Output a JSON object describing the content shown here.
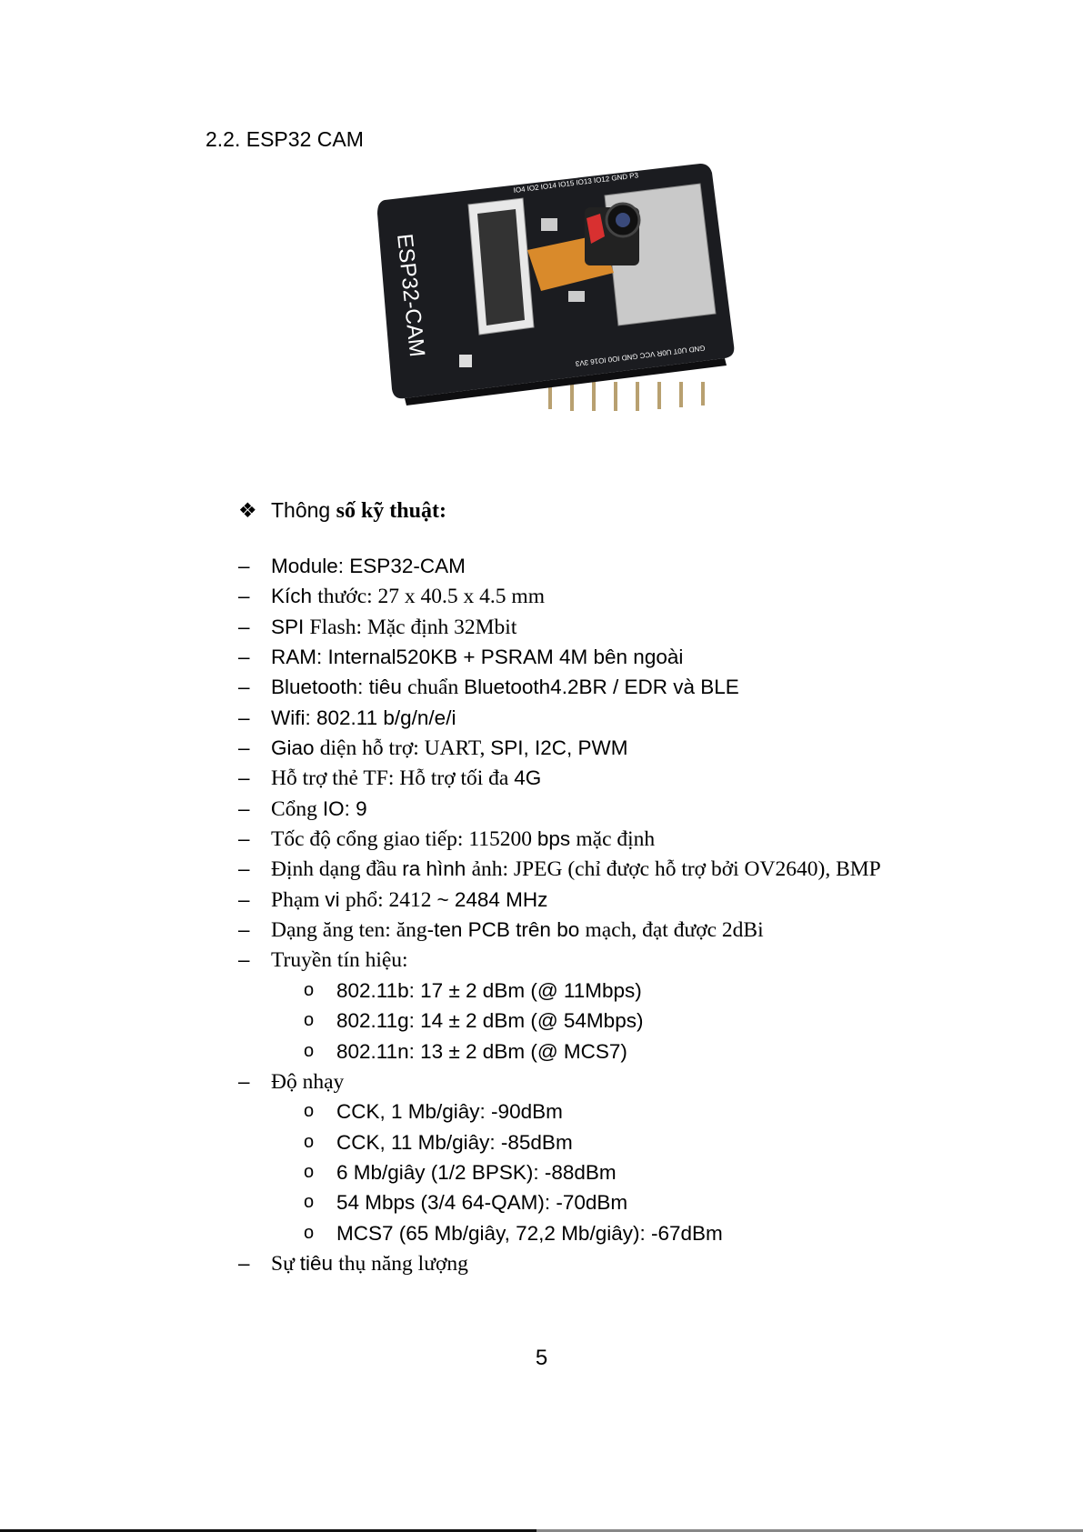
{
  "section_title": "2.2. ESP32 CAM",
  "photo": {
    "board_label": "ESP32-CAM",
    "pin_labels_top": "IO4 IO2 IO14 IO15 IO13 IO12 GND P3",
    "pin_labels_bottom": "GND U0T U0R VCC GND IO0 IO16 3V3"
  },
  "heading": {
    "bullet": "❖",
    "text_sans": "Thông ",
    "text_bold": "số kỹ thuật:"
  },
  "specs": [
    {
      "level": 1,
      "parts": [
        "Module: ESP32-CAM"
      ]
    },
    {
      "level": 1,
      "parts": [
        "Kích ",
        "thước: 27 x 40.5 x 4.5 mm"
      ]
    },
    {
      "level": 1,
      "parts": [
        "SPI ",
        "Flash: Mặc định 32Mbit"
      ]
    },
    {
      "level": 1,
      "parts": [
        "RAM: Internal520KB + PSRAM 4M bên ngoài"
      ]
    },
    {
      "level": 1,
      "parts": [
        "Bluetooth: tiêu ",
        "chuẩn ",
        "Bluetooth4.2BR / EDR và BLE"
      ]
    },
    {
      "level": 1,
      "parts": [
        "Wifi: 802.11 b/g/n/e/i"
      ]
    },
    {
      "level": 1,
      "parts": [
        "Giao ",
        "diện hỗ trợ: UART, ",
        "SPI, I2C, PWM"
      ]
    },
    {
      "level": 1,
      "parts": [
        "",
        "Hỗ trợ thẻ TF: Hỗ trợ tối đa ",
        "4G"
      ]
    },
    {
      "level": 1,
      "parts": [
        "",
        "Cổng ",
        "IO: 9"
      ]
    },
    {
      "level": 1,
      "parts": [
        "",
        "Tốc độ cổng giao tiếp: 115200 ",
        "bps ",
        "mặc định"
      ]
    },
    {
      "level": 1,
      "parts": [
        "",
        "Định dạng đầu ",
        "ra hình ",
        "ảnh: JPEG (chỉ được hỗ trợ bởi OV2640), BMP"
      ]
    },
    {
      "level": 1,
      "parts": [
        "",
        "Phạm ",
        "vi ",
        "phổ: 2412 ",
        "~ 2484 MHz"
      ]
    },
    {
      "level": 1,
      "parts": [
        "",
        "Dạng ăng ten: ăng",
        "-ten PCB trên bo ",
        "mạch, đạt được 2dBi"
      ]
    },
    {
      "level": 1,
      "parts": [
        "",
        "Truyền tín hiệu:"
      ]
    },
    {
      "level": 2,
      "parts": [
        "802.11b: 17 ± 2 dBm (@ 11Mbps)"
      ]
    },
    {
      "level": 2,
      "parts": [
        "802.11g: 14 ± 2 dBm (@ 54Mbps)"
      ]
    },
    {
      "level": 2,
      "parts": [
        "802.11n: 13 ± 2 dBm (@ MCS7)"
      ]
    },
    {
      "level": 1,
      "parts": [
        "",
        "Độ nhạy"
      ]
    },
    {
      "level": 2,
      "parts": [
        "CCK, 1 Mb/giây: -90dBm"
      ]
    },
    {
      "level": 2,
      "parts": [
        "CCK, 11 Mb/giây: -85dBm"
      ]
    },
    {
      "level": 2,
      "parts": [
        "6 Mb/giây (1/2 BPSK): -88dBm"
      ]
    },
    {
      "level": 2,
      "parts": [
        "54 Mbps (3/4 64-QAM): -70dBm"
      ]
    },
    {
      "level": 2,
      "parts": [
        "MCS7 (65 Mb/giây, 72,2 Mb/giây): -67dBm"
      ]
    },
    {
      "level": 1,
      "parts": [
        "",
        "Sự ",
        "tiêu ",
        "thụ năng lượng"
      ]
    }
  ],
  "markers": {
    "level1": "–",
    "level2": "o"
  },
  "page_number": "5"
}
